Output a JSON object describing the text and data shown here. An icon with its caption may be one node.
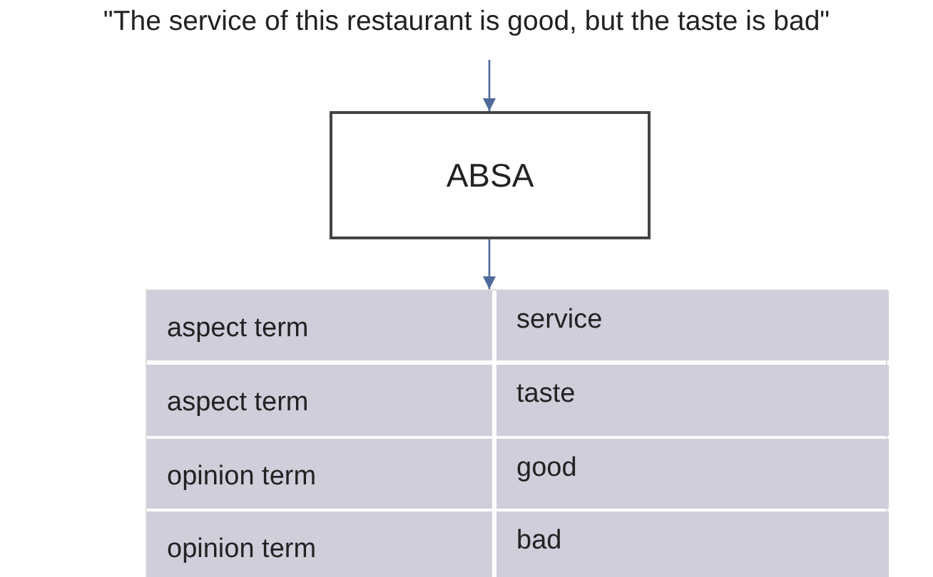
{
  "diagram": {
    "nodes": [
      {
        "text": [
          "\"The service of this restaurant is good, but the taste is bad\""
        ]
      },
      {
        "text": [
          "ABSA"
        ]
      },
      {
        "text": [],
        "shape": "box"
      }
    ],
    "edges": [
      {
        "from": 0,
        "to": 1,
        "arrow": "to"
      },
      {
        "from": 1,
        "to": 2,
        "arrow": "to"
      }
    ],
    "labels": [
      "aspect term",
      "service",
      "aspect term",
      "taste",
      "opinion term",
      "good",
      "opinion term",
      "bad"
    ]
  }
}
